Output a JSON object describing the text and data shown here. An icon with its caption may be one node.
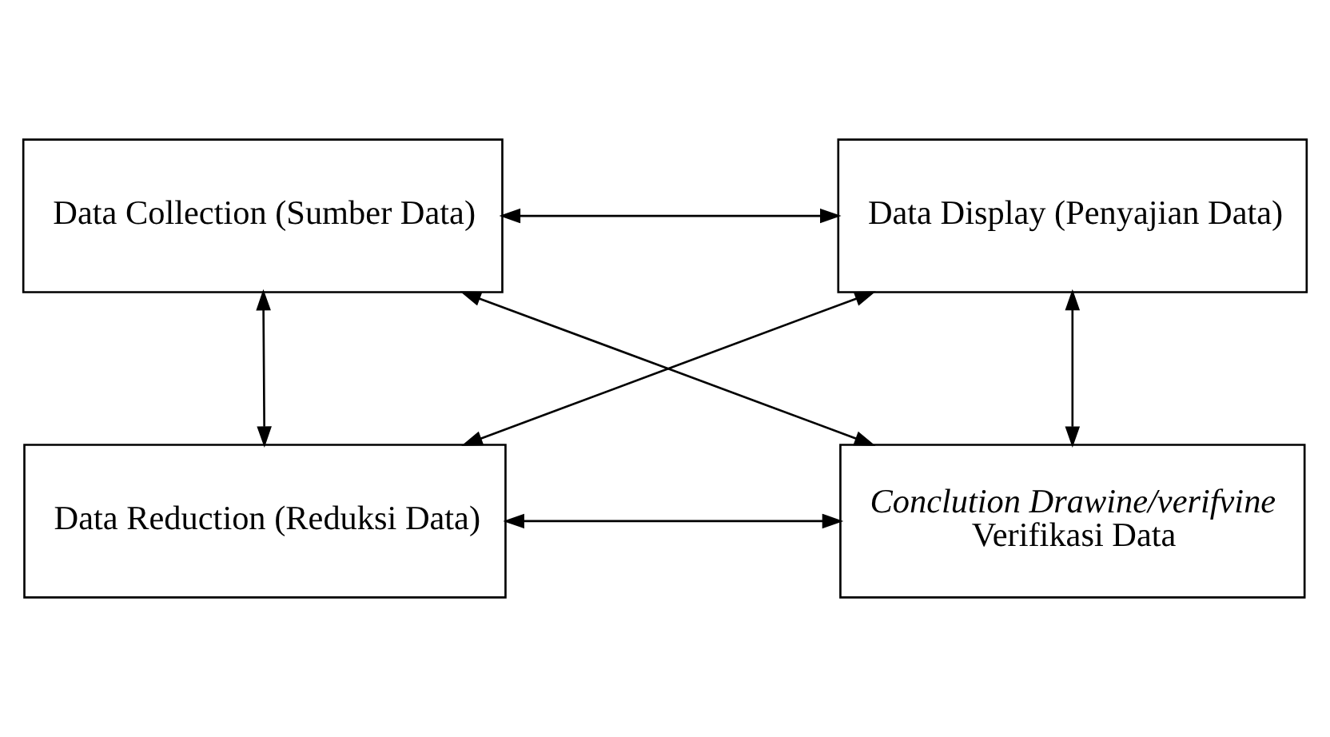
{
  "diagram": {
    "nodes": [
      {
        "text": [
          "Data Collection (Sumber Data)"
        ]
      },
      {
        "text": [
          "Data Display (Penyajian Data)"
        ]
      },
      {
        "text": [
          "Data Reduction (Reduksi Data)"
        ]
      },
      {
        "text": [
          "Conclution Drawine/verifvine",
          "Verifikasi Data"
        ]
      }
    ],
    "edges": [
      {
        "from": 0,
        "to": 1,
        "arrow": "both"
      },
      {
        "from": 0,
        "to": 2,
        "arrow": "both"
      },
      {
        "from": 1,
        "to": 3,
        "arrow": "both"
      },
      {
        "from": 2,
        "to": 1,
        "arrow": "both"
      },
      {
        "from": 2,
        "to": 3,
        "arrow": "both"
      },
      {
        "from": 3,
        "to": 0,
        "arrow": "both"
      }
    ]
  }
}
